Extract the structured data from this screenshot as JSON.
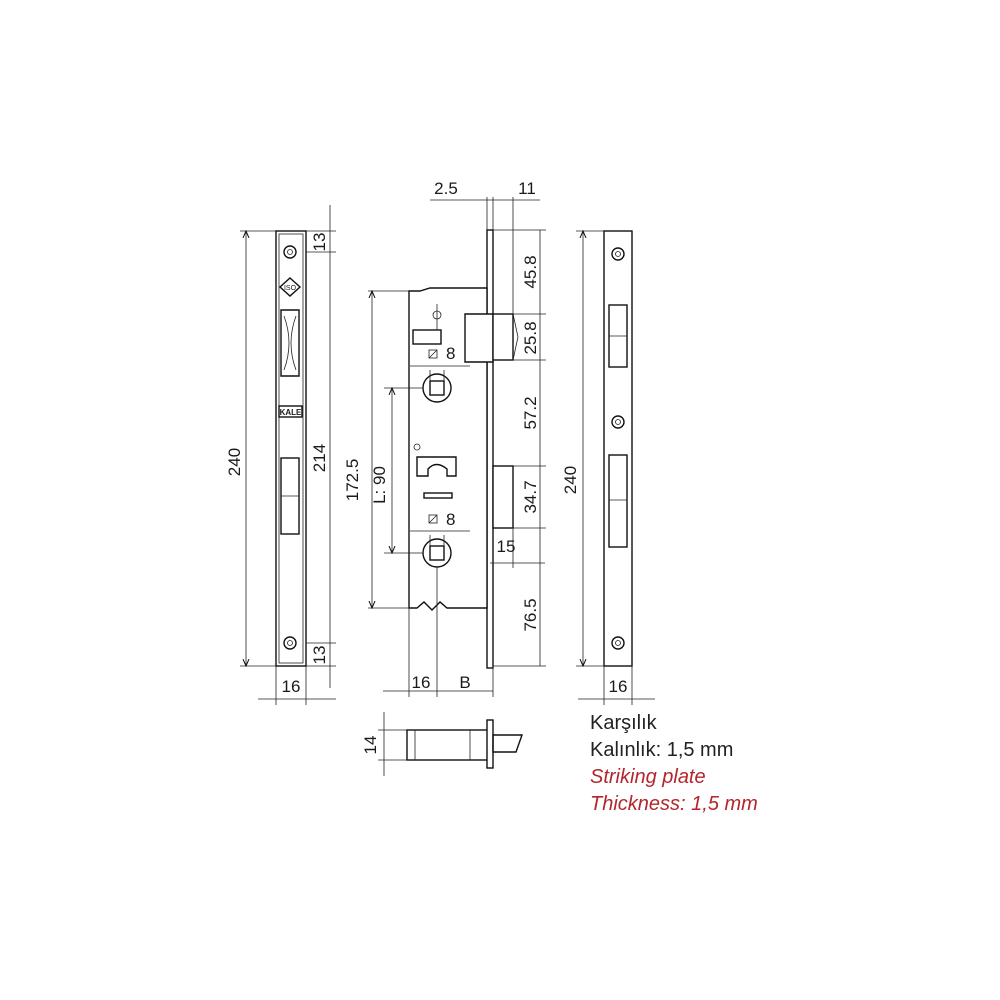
{
  "dimensions": {
    "plate_left_height": "240",
    "plate_left_inner": "214",
    "plate_left_top": "13",
    "plate_left_bottom": "13",
    "plate_left_width": "16",
    "bolt_offset": "2.5",
    "faceplate_thickness": "11",
    "top_to_latch": "45.8",
    "latch_height": "25.8",
    "latch_to_bolt": "57.2",
    "bolt_height": "34.7",
    "bolt_projection": "15",
    "bottom": "76.5",
    "body_height": "172.5",
    "spindle_distance": "L: 90",
    "spindle_square_top": "8",
    "spindle_square_bottom": "8",
    "backset_left": "16",
    "backset": "B",
    "thickness_side": "14",
    "plate_right_height": "240",
    "plate_right_width": "16"
  },
  "caption": {
    "line1": "Karşılık",
    "line2": "Kalınlık: 1,5 mm",
    "line3": "Striking plate",
    "line4": "Thickness: 1,5 mm"
  },
  "logos": {
    "iso": "ISO",
    "brand": "KALE"
  },
  "colors": {
    "line": "#111111",
    "english_caption": "#b3262c"
  }
}
